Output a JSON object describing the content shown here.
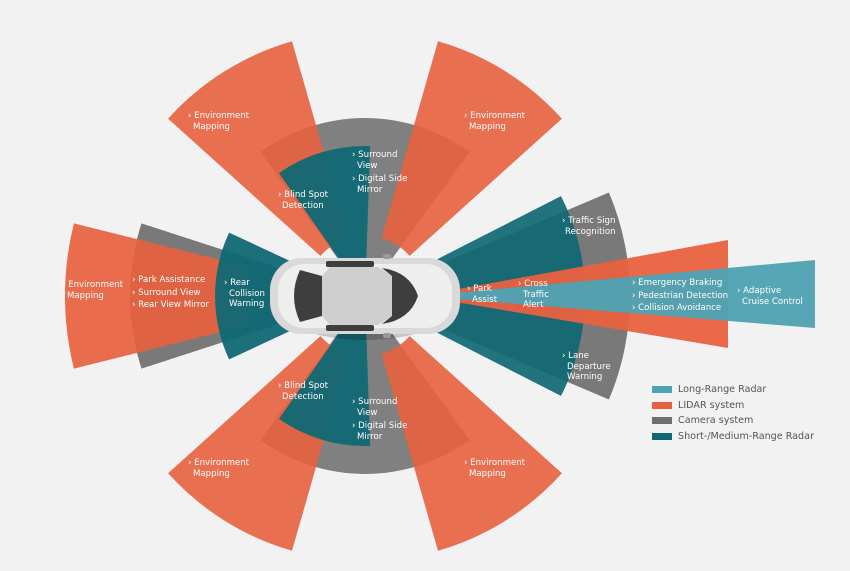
{
  "colors": {
    "lidar": "#e8613f",
    "camera": "#6f6f6f",
    "short_radar": "#0f6874",
    "long_radar": "#4fa2b3",
    "car_body": "#d9d9d9",
    "car_glass": "#3e3e3e"
  },
  "labels": {
    "env_tl": [
      "Environment",
      "Mapping"
    ],
    "env_tr": [
      "Environment",
      "Mapping"
    ],
    "env_l": [
      "Environment",
      "Mapping"
    ],
    "env_bl": [
      "Environment",
      "Mapping"
    ],
    "env_br": [
      "Environment",
      "Mapping"
    ],
    "surround_top": [
      "Surround",
      "View"
    ],
    "digital_top": [
      "Digital Side",
      "Mirror"
    ],
    "surround_bottom": [
      "Surround",
      "View"
    ],
    "digital_bottom": [
      "Digital Side",
      "Mirror"
    ],
    "blind_top": [
      "Blind Spot",
      "Detection"
    ],
    "blind_bottom": [
      "Blind Spot",
      "Detection"
    ],
    "park_assistance": "Park Assistance",
    "surround_view_left": "Surround View",
    "rear_view_mirror": "Rear View Mirror",
    "rear_collision": [
      "Rear",
      "Collision",
      "Warning"
    ],
    "park_assist": [
      "Park",
      "Assist"
    ],
    "cross_traffic": [
      "Cross",
      "Traffic",
      "Alert"
    ],
    "traffic_sign": [
      "Traffic Sign",
      "Recognition"
    ],
    "lane_departure": [
      "Lane",
      "Departure",
      "Warning"
    ],
    "emergency_braking": "Emergency Braking",
    "pedestrian_detection": "Pedestrian Detection",
    "collision_avoidance": "Collision Avoidance",
    "adaptive_cruise": [
      "Adaptive",
      "Cruise Control"
    ]
  },
  "legend": [
    {
      "label": "Long-Range Radar",
      "color": "#4fa2b3"
    },
    {
      "label": "LIDAR system",
      "color": "#e8613f"
    },
    {
      "label": "Camera system",
      "color": "#6f6f6f"
    },
    {
      "label": "Short-/Medium-Range Radar",
      "color": "#0f6874"
    }
  ]
}
